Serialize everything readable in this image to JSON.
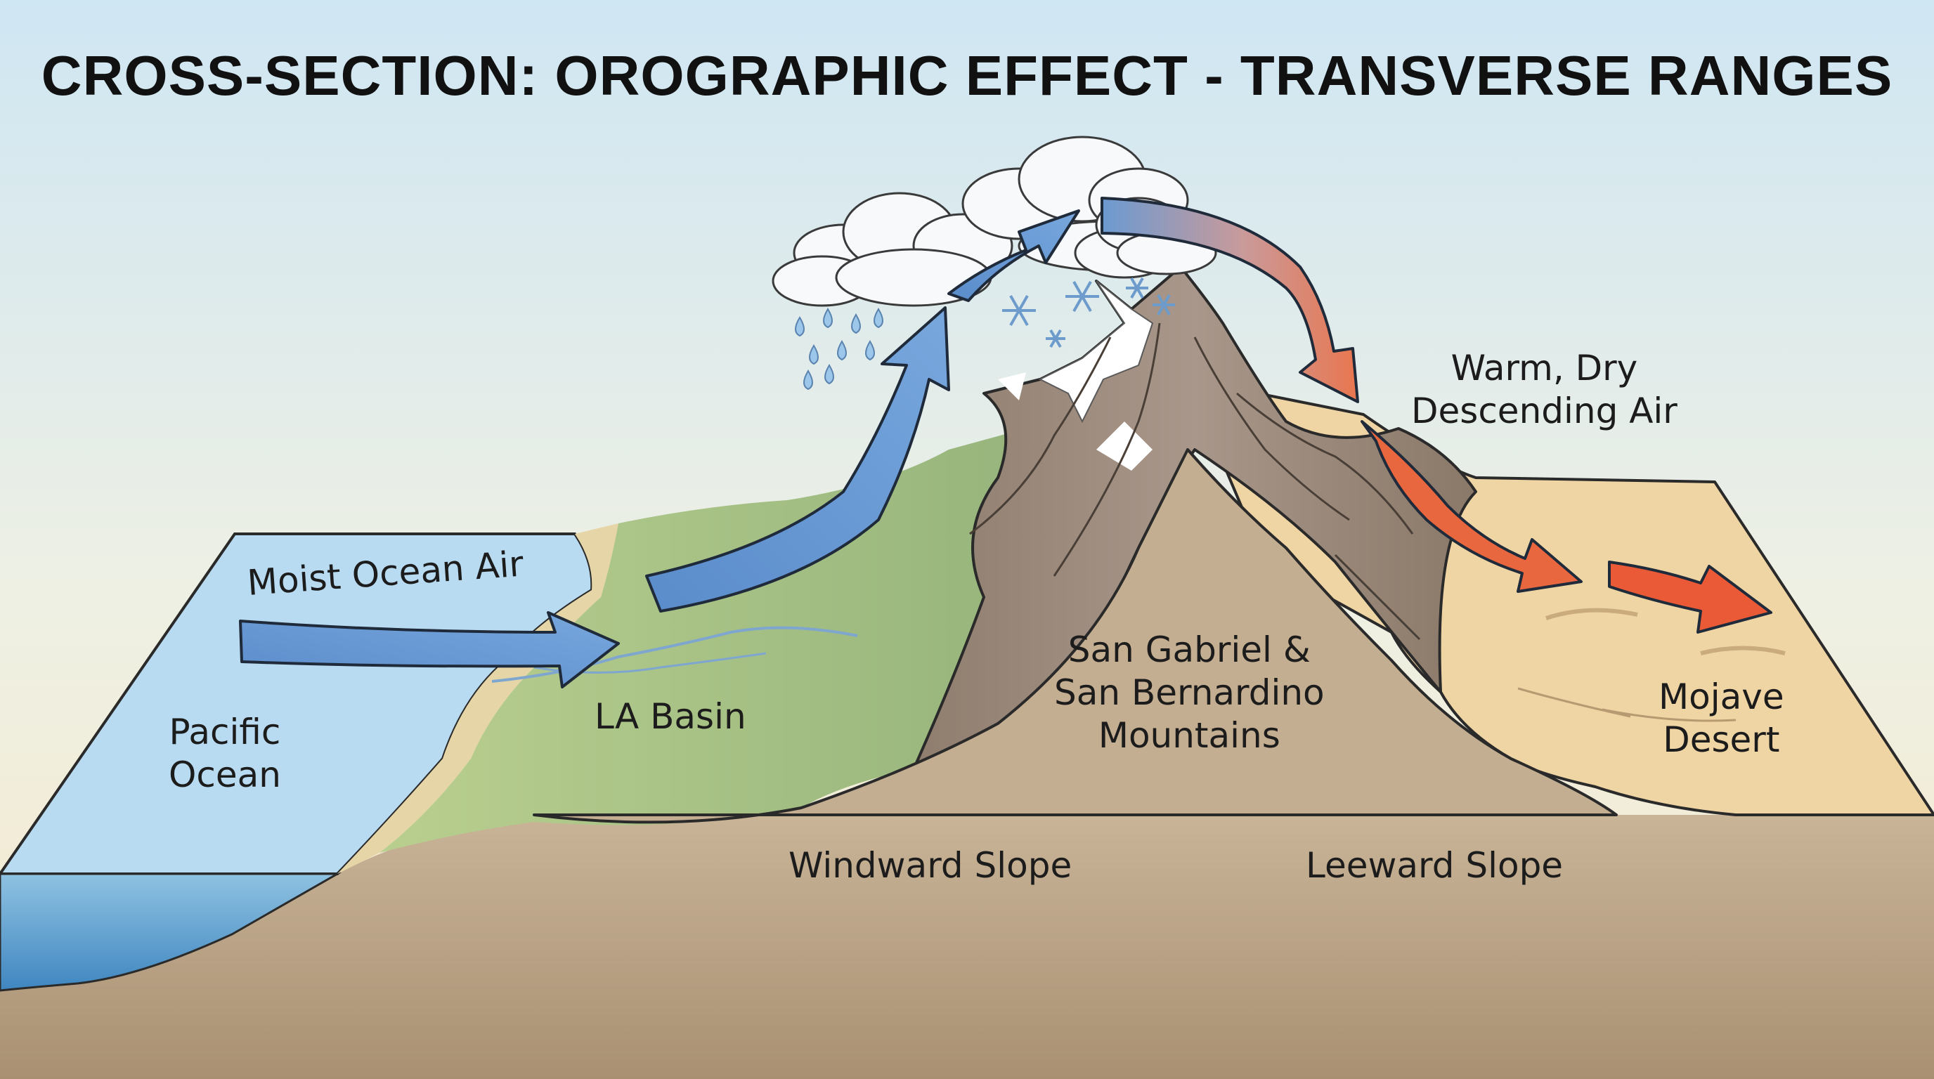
{
  "title": "CROSS-SECTION: OROGRAPHIC EFFECT - TRANSVERSE RANGES",
  "labels": {
    "moist_air": "Moist Ocean Air",
    "pacific": [
      "Pacific",
      "Ocean"
    ],
    "la_basin": "LA Basin",
    "mountains": [
      "San Gabriel &",
      "San Bernardino",
      "Mountains"
    ],
    "warm_dry": [
      "Warm, Dry",
      "Descending Air"
    ],
    "mojave": [
      "Mojave",
      "Desert"
    ],
    "windward": "Windward Slope",
    "leeward": "Leeward Slope"
  },
  "colors": {
    "sky_top": "#cfe6f3",
    "sky_bottom": "#f3ead3",
    "ocean": "#b6daf0",
    "land_green": "#a9c489",
    "desert": "#efd6a6",
    "earth": "#b8a286",
    "mountain_rock": "#9c8a7a",
    "snow": "#ffffff",
    "cool_arrow": "#5b8fcc",
    "warm_arrow": "#e8633d"
  },
  "icons": [
    "cloud-icon",
    "raindrop-icon",
    "snowflake-icon",
    "arrow-icon"
  ]
}
